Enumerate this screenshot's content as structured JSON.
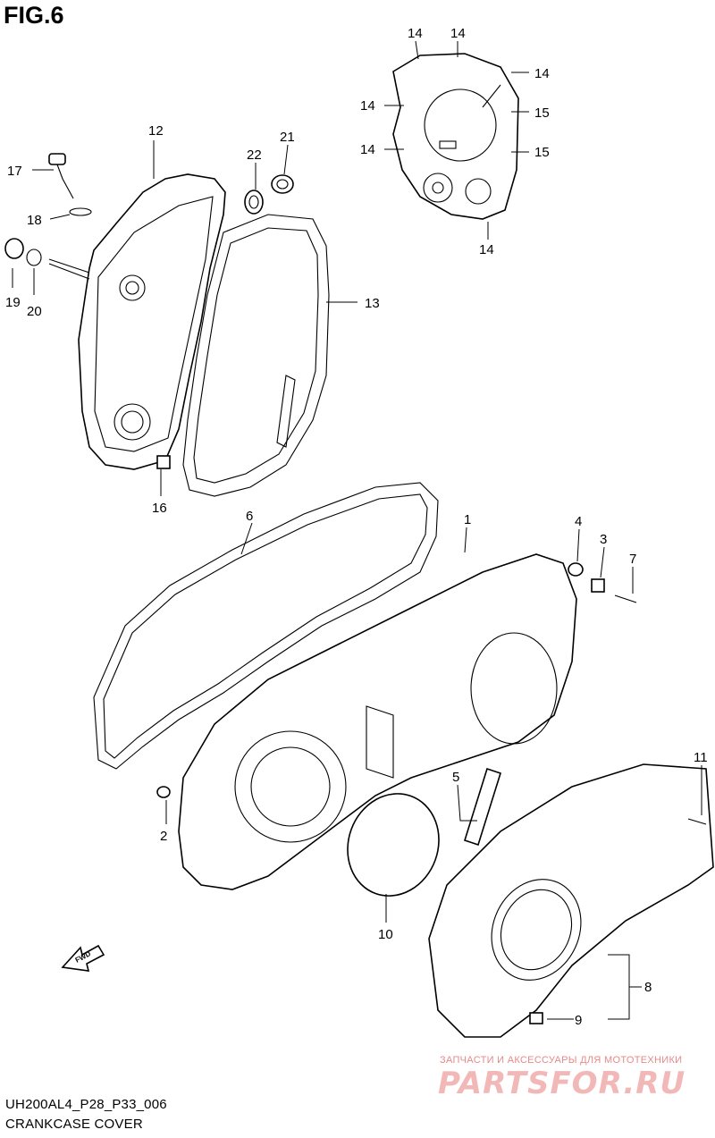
{
  "figure": {
    "title": "FIG.6"
  },
  "callouts": [
    {
      "n": "1"
    },
    {
      "n": "2"
    },
    {
      "n": "3"
    },
    {
      "n": "4"
    },
    {
      "n": "5"
    },
    {
      "n": "6"
    },
    {
      "n": "7"
    },
    {
      "n": "8"
    },
    {
      "n": "9"
    },
    {
      "n": "10"
    },
    {
      "n": "11"
    },
    {
      "n": "12"
    },
    {
      "n": "13"
    },
    {
      "n": "14"
    },
    {
      "n": "14"
    },
    {
      "n": "14"
    },
    {
      "n": "14"
    },
    {
      "n": "14"
    },
    {
      "n": "14"
    },
    {
      "n": "15"
    },
    {
      "n": "15"
    },
    {
      "n": "16"
    },
    {
      "n": "17"
    },
    {
      "n": "18"
    },
    {
      "n": "19"
    },
    {
      "n": "20"
    },
    {
      "n": "21"
    },
    {
      "n": "22"
    }
  ],
  "direction_arrow": "FWD",
  "footer": {
    "code": "UH200AL4_P28_P33_006",
    "name": "CRANKCASE COVER"
  },
  "watermark": {
    "tagline": "ЗАПЧАСТИ И АКСЕССУАРЫ ДЛЯ МОТОТЕХНИКИ",
    "brand": "PARTSFOR.RU"
  }
}
